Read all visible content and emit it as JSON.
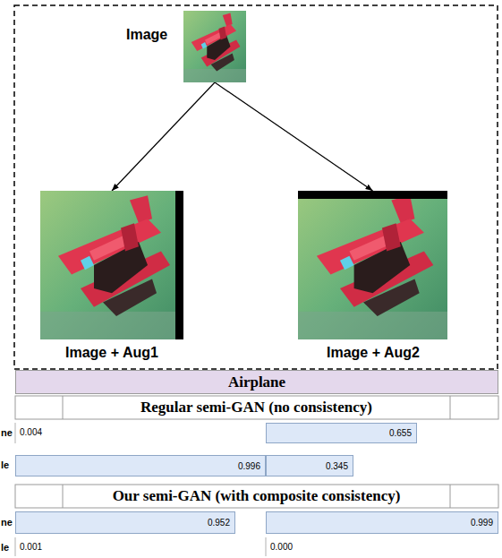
{
  "diagram": {
    "nodes": [
      {
        "text": [
          "Image"
        ]
      },
      {
        "text": [
          "Image + Aug1"
        ]
      },
      {
        "text": [
          "Image + Aug2"
        ]
      },
      {
        "text": [
          "Airplane"
        ]
      },
      {
        "text": [
          "Regular semi-GAN (no consistency)"
        ]
      },
      {
        "text": [
          "0.655"
        ]
      },
      {
        "text": [
          "0.996"
        ]
      },
      {
        "text": [
          "0.345"
        ]
      },
      {
        "text": [
          "Our semi-GAN (with composite consistency)"
        ]
      },
      {
        "text": [
          "0.952"
        ]
      },
      {
        "text": [
          "0.999"
        ]
      }
    ],
    "edges": [
      {
        "from": 0,
        "to": 1,
        "arrow": "to"
      },
      {
        "from": 0,
        "to": 2,
        "arrow": "to"
      }
    ],
    "labels": [
      "ne",
      "0.004",
      "le",
      "ne",
      "le",
      "0.001",
      "0.000"
    ]
  }
}
